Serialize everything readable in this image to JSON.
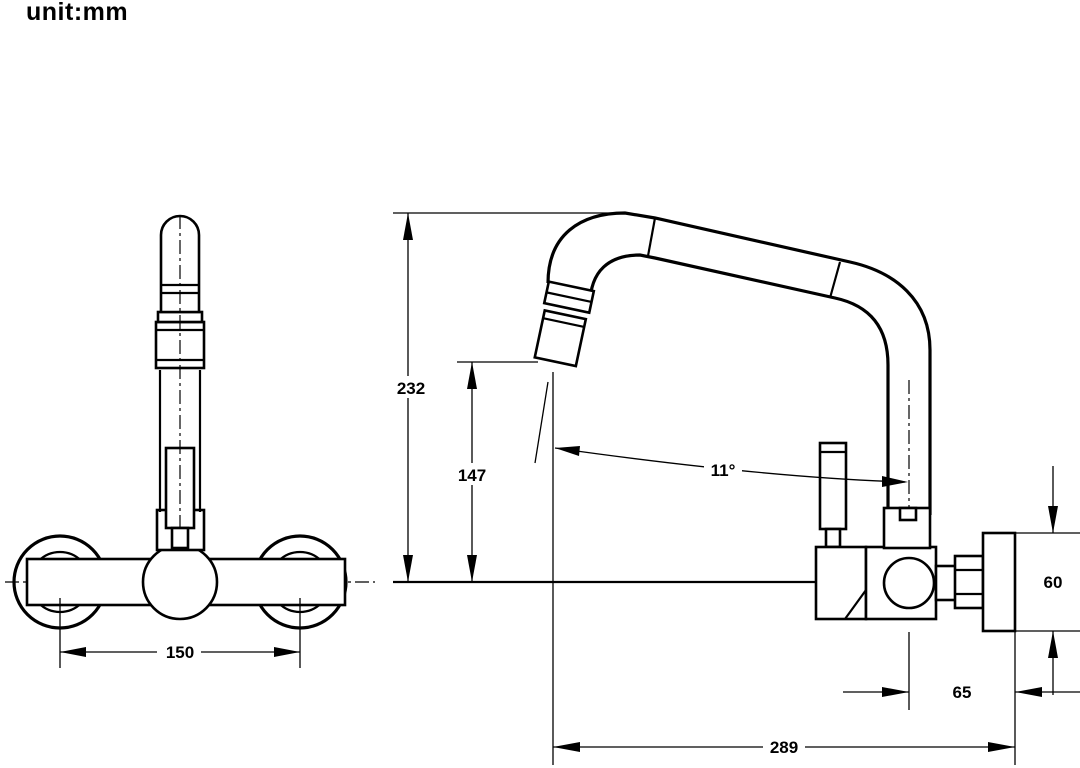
{
  "unit_label": "unit:mm",
  "dimensions": {
    "wall_spacing": "150",
    "total_height": "232",
    "spout_height": "147",
    "swivel_angle": "11°",
    "spout_reach": "289",
    "flange_height": "60",
    "flange_depth": "65"
  }
}
